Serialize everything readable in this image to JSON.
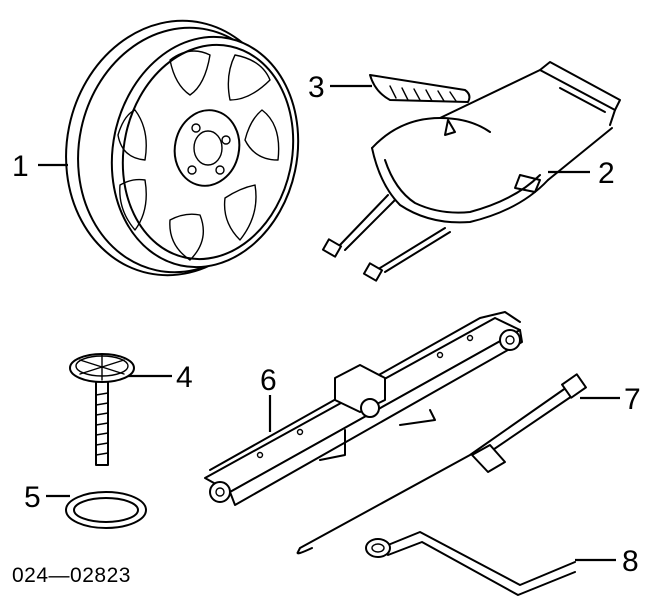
{
  "diagram": {
    "reference_number": "024—02823",
    "callouts": [
      {
        "id": "wheel",
        "label": "1"
      },
      {
        "id": "holder",
        "label": "2"
      },
      {
        "id": "strip",
        "label": "3"
      },
      {
        "id": "bolt",
        "label": "4"
      },
      {
        "id": "washer",
        "label": "5"
      },
      {
        "id": "jack",
        "label": "6"
      },
      {
        "id": "handle",
        "label": "7"
      },
      {
        "id": "wrench",
        "label": "8"
      }
    ]
  }
}
